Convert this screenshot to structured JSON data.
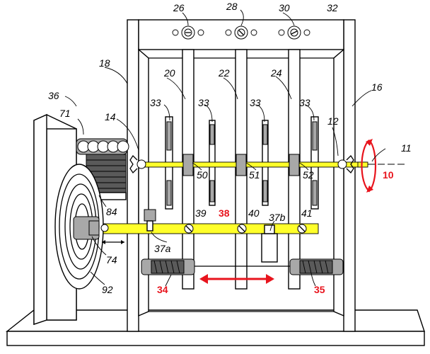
{
  "diagram": {
    "labels": {
      "n10": "10",
      "n11": "11",
      "n12": "12",
      "n14": "14",
      "n16": "16",
      "n18": "18",
      "n20": "20",
      "n22": "22",
      "n24": "24",
      "n26": "26",
      "n28": "28",
      "n30": "30",
      "n32": "32",
      "n33": "33",
      "n34": "34",
      "n35": "35",
      "n36": "36",
      "n37a": "37a",
      "n37b": "37b",
      "n38": "38",
      "n39": "39",
      "n40": "40",
      "n41": "41",
      "n50": "50",
      "n51": "51",
      "n52": "52",
      "n71": "71",
      "n74": "74",
      "n84": "84",
      "n92": "92"
    },
    "colors": {
      "highlight": "#ffff2a",
      "annotation": "#e8141d",
      "metal": "#a8a8a8"
    }
  }
}
